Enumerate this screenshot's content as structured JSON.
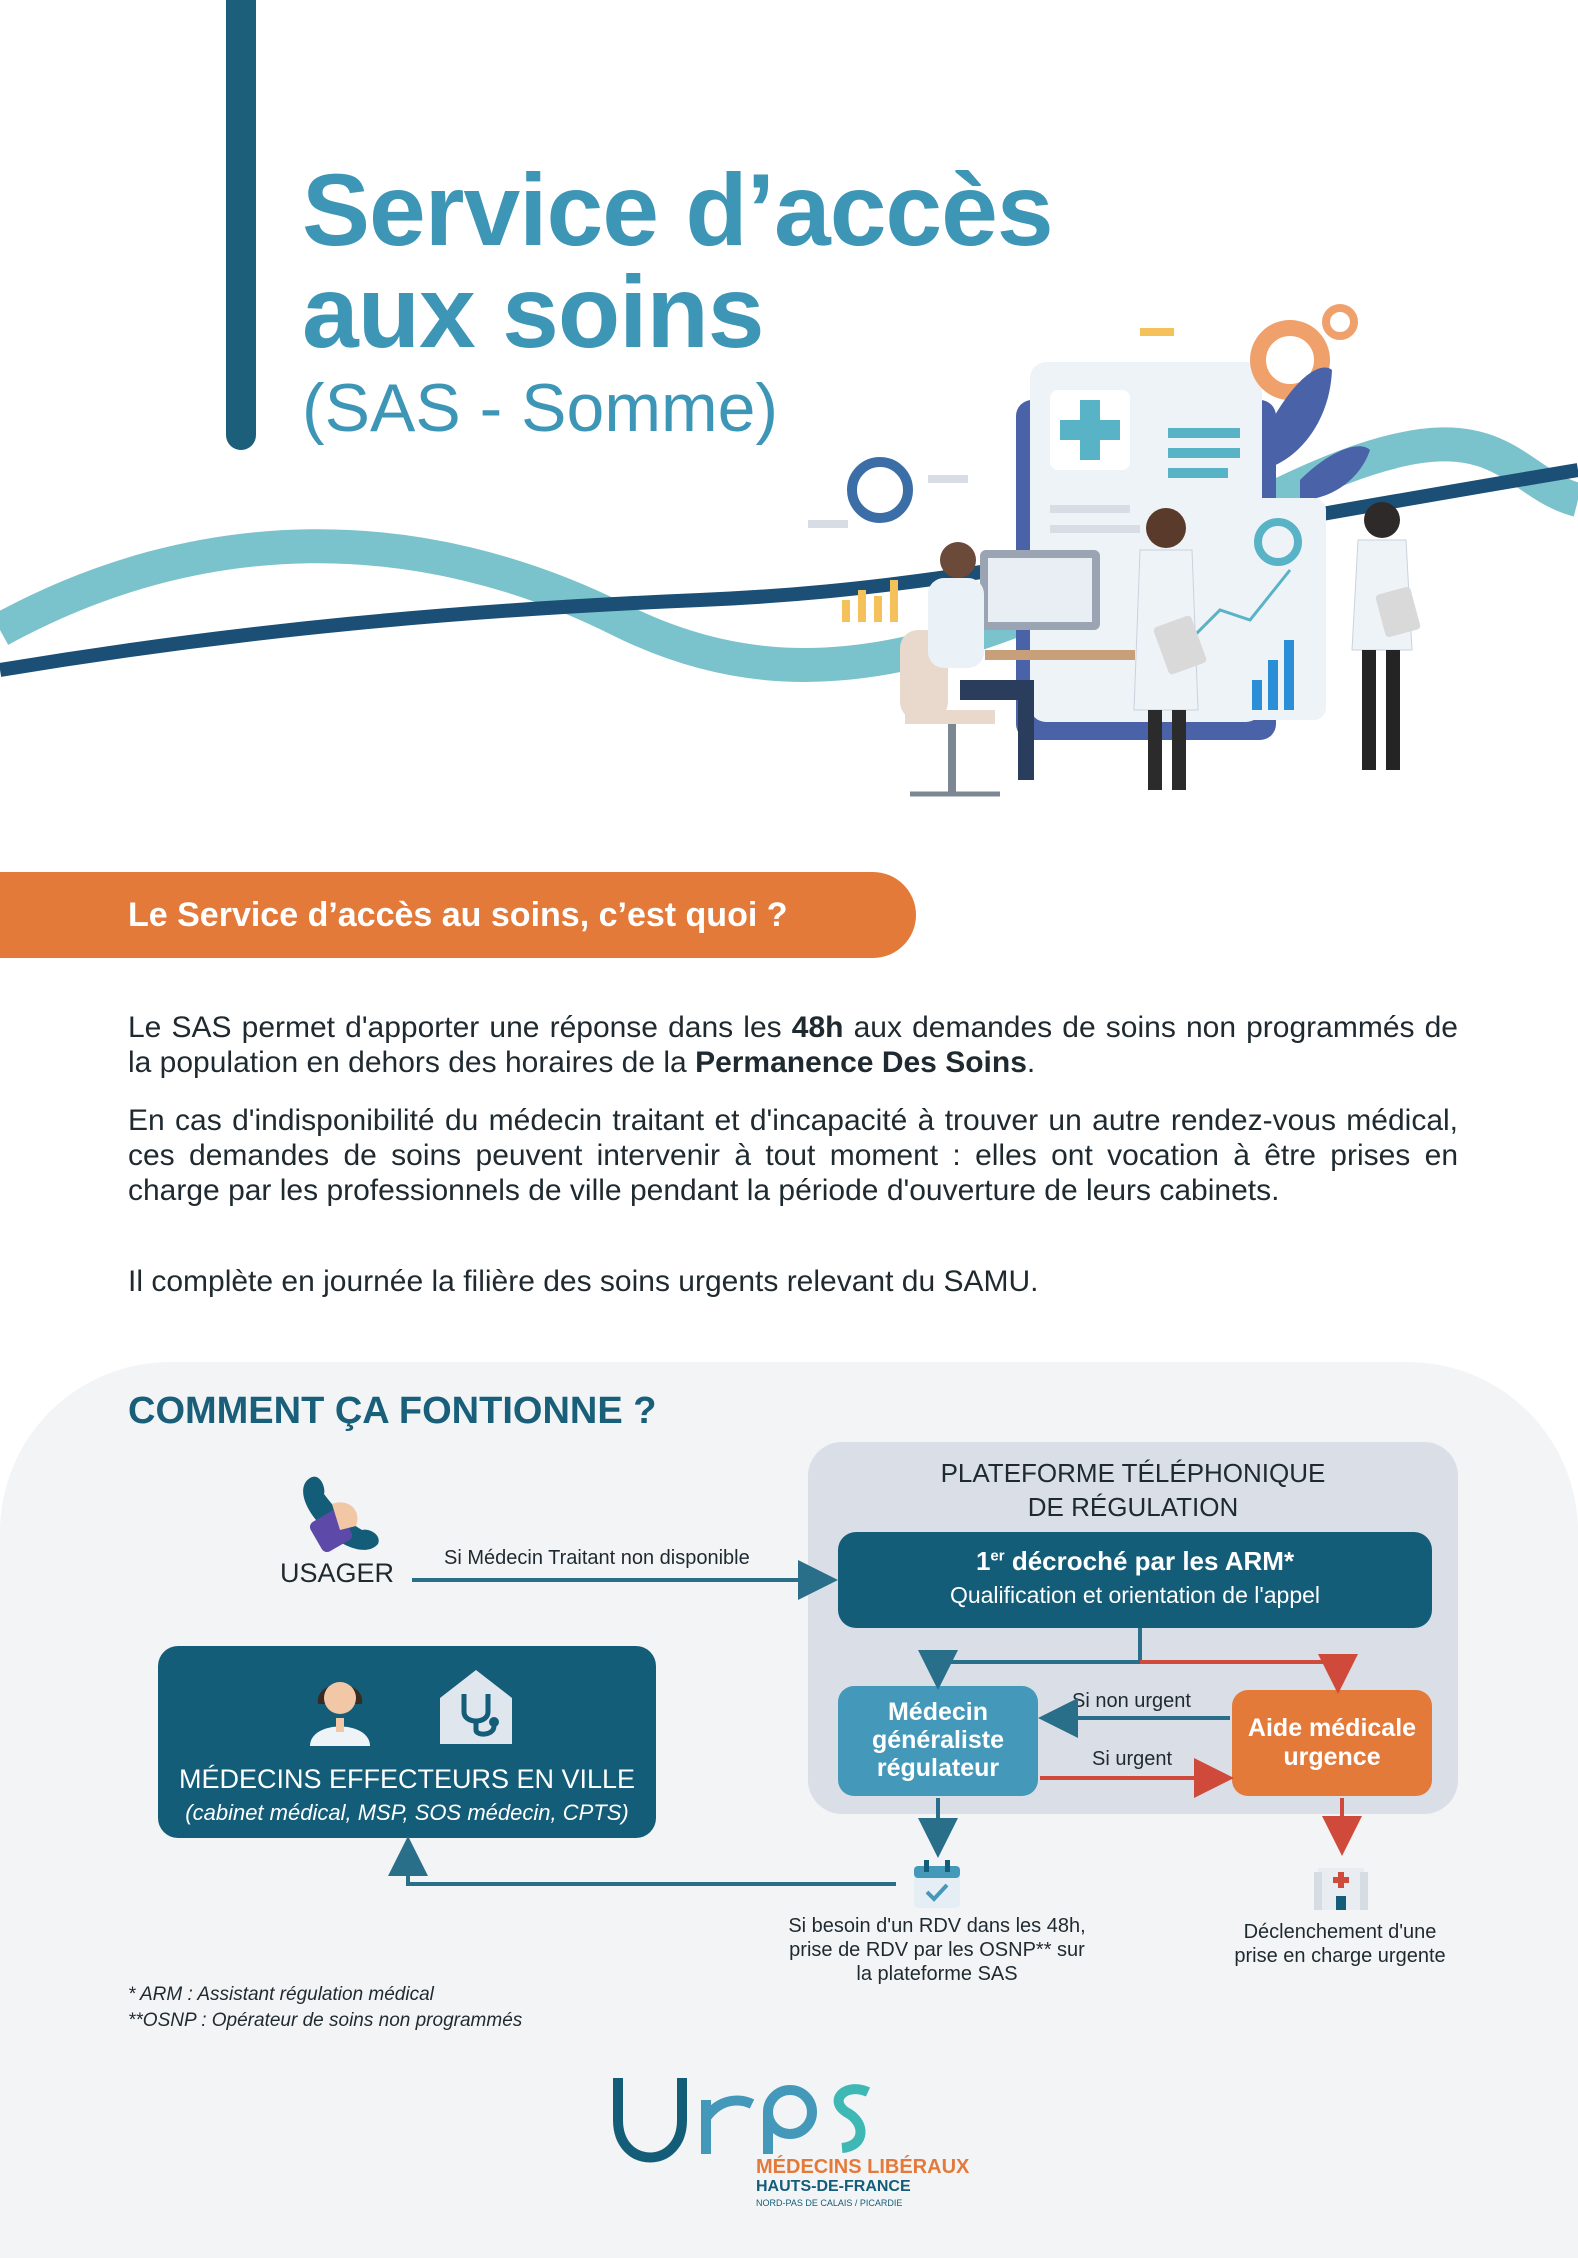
{
  "header": {
    "title_line1": "Service d’accès",
    "title_line2": "aux soins",
    "title_line3": "(SAS - Somme)"
  },
  "section1": {
    "heading": "Le Service d’accès au soins, c’est quoi ?",
    "p1_a": "Le SAS permet d'apporter une réponse dans les ",
    "p1_b": "48h",
    "p1_c": " aux demandes de soins non programmés de la population en dehors des horaires de la ",
    "p1_d": "Permanence Des Soins",
    "p1_e": ".",
    "p2": "En cas d'indisponibilité du médecin traitant et d'incapacité à trouver un autre rendez-vous médical, ces demandes de soins peuvent intervenir à tout moment : elles ont vocation à être prises en charge par les professionnels de ville pendant la période d'ouverture de leurs cabinets.",
    "p3": "Il complète en journée la filière des soins urgents relevant du SAMU."
  },
  "section2": {
    "heading": "COMMENT ÇA FONTIONNE ?",
    "usager": "USAGER",
    "arrow_label": "Si Médecin Traitant non disponible",
    "platform_title_1": "PLATEFORME TÉLÉPHONIQUE",
    "platform_title_2": "DE RÉGULATION",
    "arm_1er": "1",
    "arm_sup": "er",
    "arm_title": " décroché par les ARM*",
    "arm_sub": "Qualification et orientation de l'appel",
    "med_l1": "Médecin",
    "med_l2": "généraliste",
    "med_l3": "régulateur",
    "aide_l1": "Aide médicale",
    "aide_l2": "urgence",
    "non_urgent": "Si non urgent",
    "urgent": "Si urgent",
    "ville_title": "MÉDECINS EFFECTEURS EN VILLE",
    "ville_sub": "(cabinet médical, MSP, SOS médecin, CPTS)",
    "rdv_1": "Si besoin d'un RDV dans les 48h,",
    "rdv_2": "prise de RDV par les OSNP** sur",
    "rdv_3": "la plateforme SAS",
    "urg_1": "Déclenchement d'une",
    "urg_2": "prise en charge urgente"
  },
  "footnotes": {
    "arm": "* ARM : Assistant régulation médical",
    "osnp": "**OSNP : Opérateur de soins non programmés"
  },
  "logo": {
    "mark": "urps",
    "line1": "MÉDECINS LIBÉRAUX",
    "line2": "HAUTS-DE-FRANCE",
    "line3": "NORD-PAS DE CALAIS / PICARDIE"
  },
  "colors": {
    "teal": "#3e96b6",
    "navy": "#145d79",
    "orange": "#e47a3a",
    "red_arrow": "#cf4a3a",
    "panel": "#f3f4f6"
  }
}
